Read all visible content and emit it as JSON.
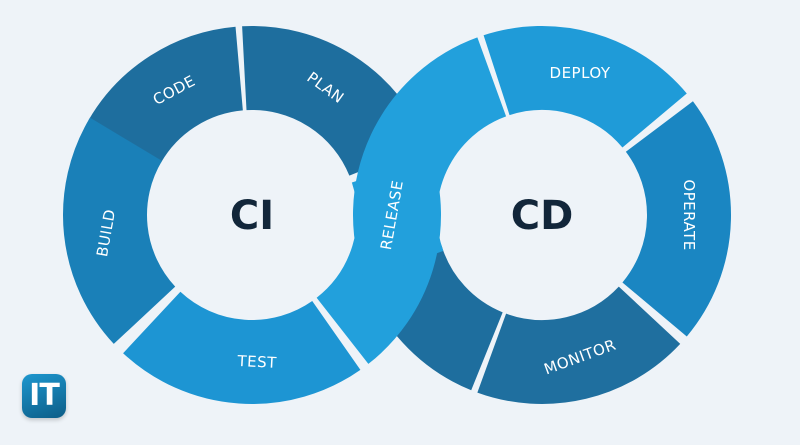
{
  "diagram": {
    "ci_label": "CI",
    "cd_label": "CD",
    "stages": [
      {
        "id": "code",
        "label": "CODE",
        "ring": "ci",
        "color": "#1e6e9e"
      },
      {
        "id": "plan",
        "label": "PLAN",
        "ring": "ci",
        "color": "#1e6e9e"
      },
      {
        "id": "build",
        "label": "BUILD",
        "ring": "ci",
        "color": "#1a80b8"
      },
      {
        "id": "test",
        "label": "TEST",
        "ring": "ci",
        "color": "#1d95d3"
      },
      {
        "id": "release",
        "label": "RELEASE",
        "ring": "both",
        "color": "#22a0dc"
      },
      {
        "id": "deploy",
        "label": "DEPLOY",
        "ring": "cd",
        "color": "#1f9bd8"
      },
      {
        "id": "operate",
        "label": "OPERATE",
        "ring": "cd",
        "color": "#1a86c2"
      },
      {
        "id": "monitor",
        "label": "MONITOR",
        "ring": "cd",
        "color": "#1f6f9f"
      }
    ],
    "connector_color": "#1e6e9e"
  },
  "logo": {
    "text": "IT"
  }
}
